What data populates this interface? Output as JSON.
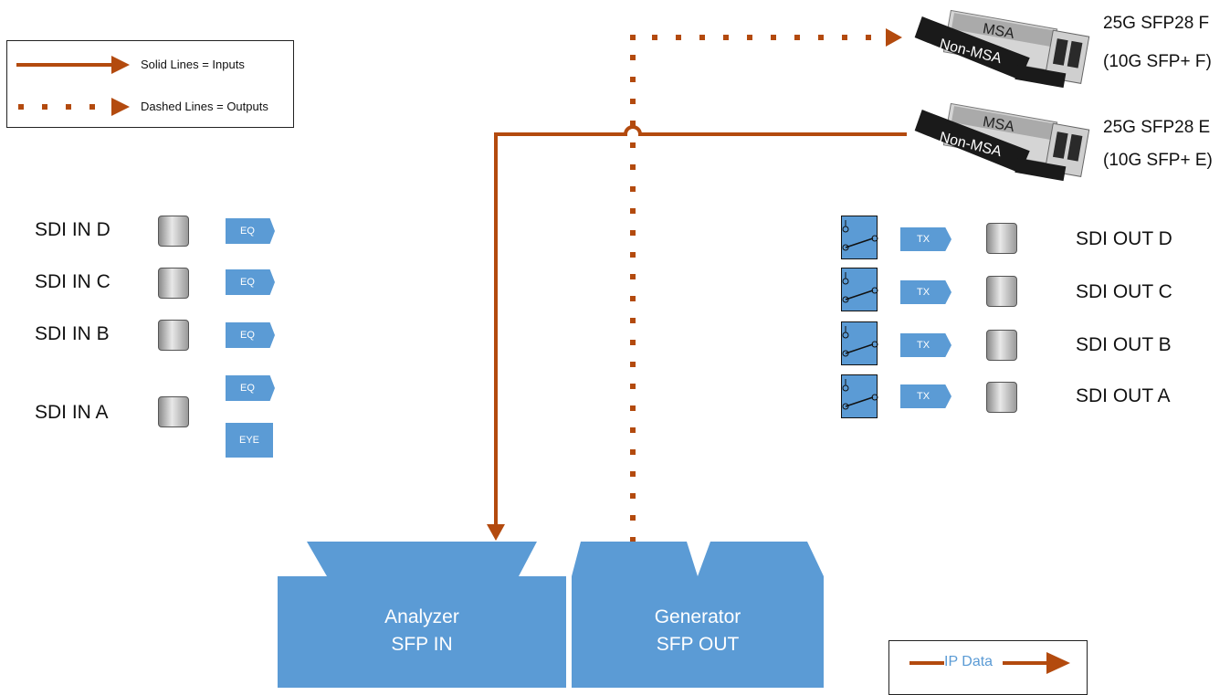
{
  "legend": {
    "solid_label": "Solid Lines =  Inputs",
    "dashed_label": "Dashed Lines =  Outputs"
  },
  "sdi_inputs": [
    {
      "label": "SDI IN D",
      "eq": "EQ"
    },
    {
      "label": "SDI IN C",
      "eq": "EQ"
    },
    {
      "label": "SDI IN B",
      "eq": "EQ"
    },
    {
      "label": "SDI IN A",
      "eq": "EQ",
      "eye": "EYE"
    }
  ],
  "sdi_outputs": [
    {
      "label": "SDI OUT D",
      "tx": "TX"
    },
    {
      "label": "SDI OUT C",
      "tx": "TX"
    },
    {
      "label": "SDI OUT B",
      "tx": "TX"
    },
    {
      "label": "SDI OUT A",
      "tx": "TX"
    }
  ],
  "sfp_modules": [
    {
      "msa": "MSA",
      "non_msa": "Non-MSA",
      "label_line1": "25G SFP28 F",
      "label_line2": "(10G SFP+ F)"
    },
    {
      "msa": "MSA",
      "non_msa": "Non-MSA",
      "label_line1": "25G SFP28 E",
      "label_line2": "(10G SFP+ E)"
    }
  ],
  "analyzer": {
    "line1": "Analyzer",
    "line2": "SFP IN"
  },
  "generator": {
    "line1": "Generator",
    "line2": "SFP OUT"
  },
  "ip_legend": {
    "label": "IP Data"
  },
  "colors": {
    "line": "#b34a0e",
    "block": "#5b9bd5",
    "sfp_dark": "#1a1a1a"
  }
}
